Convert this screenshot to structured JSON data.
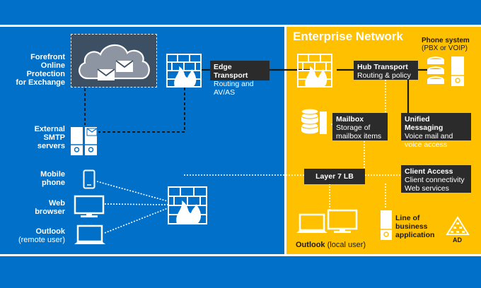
{
  "title": "Enterprise Network",
  "colors": {
    "background": "#0070c9",
    "enterprise": "#ffc000",
    "boxes": "#2b2b2b",
    "cloud": "#3d4f63"
  },
  "left": {
    "eop": "Forefront Online Protection for Exchange",
    "smtp": "External SMTP servers",
    "mobile": "Mobile phone",
    "web": "Web browser",
    "outlook": "Outlook",
    "outlook_sub": "(remote user)"
  },
  "edge": {
    "title": "Edge Transport",
    "sub": "Routing and AV/AS"
  },
  "hub": {
    "title": "Hub Transport",
    "sub": "Routing & policy"
  },
  "mailbox": {
    "title": "Mailbox",
    "sub": "Storage of mailbox items"
  },
  "um": {
    "title": "Unified Messaging",
    "sub": "Voice mail and voice access"
  },
  "lb": {
    "title": "Layer 7 LB"
  },
  "cas": {
    "title": "Client Access",
    "sub": "Client connectivity Web services"
  },
  "phone": {
    "title": "Phone system",
    "sub": "(PBX or VOIP)"
  },
  "lob": "Line of business application",
  "outlook_local": "Outlook",
  "outlook_local_sub": "(local user)",
  "ad": "AD",
  "icons": [
    "cloud-icon",
    "envelope-icon",
    "firewall-icon",
    "server-icon",
    "phone-icon",
    "monitor-icon",
    "laptop-icon",
    "database-icon",
    "telephone-icon",
    "ad-pyramid-icon"
  ]
}
